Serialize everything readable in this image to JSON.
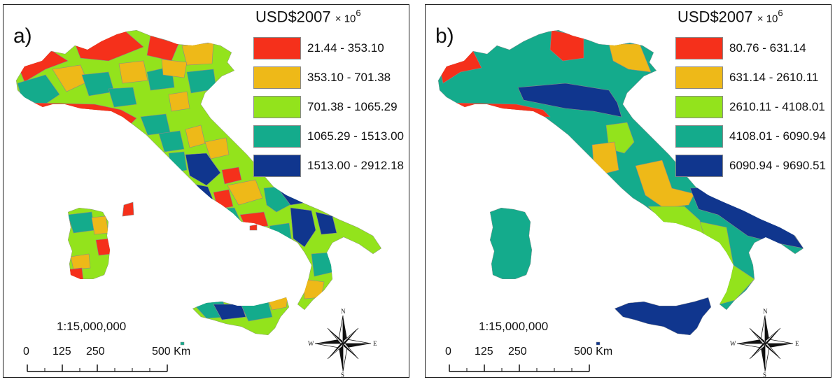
{
  "panels": [
    {
      "label": "a)",
      "legend": {
        "title": "USD$2007",
        "multiplier": "× 10",
        "exponent": "6",
        "classes": [
          {
            "range": "21.44 - 353.10",
            "color": "#f5301b"
          },
          {
            "range": "353.10 - 701.38",
            "color": "#eeb918"
          },
          {
            "range": "701.38 - 1065.29",
            "color": "#93e31c"
          },
          {
            "range": "1065.29 - 1513.00",
            "color": "#14ab8c"
          },
          {
            "range": "1513.00 - 2912.18",
            "color": "#10368e"
          }
        ]
      },
      "scale_text": "1:15,000,000",
      "scale_ticks": [
        "0",
        "125",
        "250",
        "500 Km"
      ],
      "compass": {
        "n": "N",
        "s": "S",
        "e": "E",
        "w": "W"
      }
    },
    {
      "label": "b)",
      "legend": {
        "title": "USD$2007",
        "multiplier": "× 10",
        "exponent": "6",
        "classes": [
          {
            "range": "80.76 - 631.14",
            "color": "#f5301b"
          },
          {
            "range": "631.14 - 2610.11",
            "color": "#eeb918"
          },
          {
            "range": "2610.11 - 4108.01",
            "color": "#93e31c"
          },
          {
            "range": "4108.01 - 6090.94",
            "color": "#14ab8c"
          },
          {
            "range": "6090.94 - 9690.51",
            "color": "#10368e"
          }
        ]
      },
      "scale_text": "1:15,000,000",
      "scale_ticks": [
        "0",
        "125",
        "250",
        "500 Km"
      ],
      "compass": {
        "n": "N",
        "s": "S",
        "e": "E",
        "w": "W"
      }
    }
  ]
}
